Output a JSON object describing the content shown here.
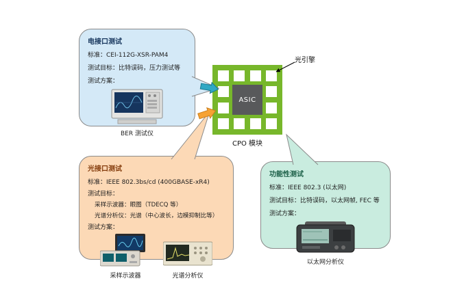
{
  "electrical": {
    "title": "电接口测试",
    "standard": "标准：CEI-112G-XSR-PAM4",
    "target": "测试目标：比特误码，压力测试等",
    "plan": "测试方案：",
    "caption": "BER 测试仪"
  },
  "optical": {
    "title": "光接口测试",
    "standard": "标准：IEEE 802.3bs/cd (400GBASE-xR4)",
    "target": "测试目标：",
    "item1": "采样示波器：眼图（TDECQ 等）",
    "item2": "光谱分析仪：光谱（中心波长，边模抑制比等）",
    "plan": "测试方案：",
    "caption1": "采样示波器",
    "caption2": "光谱分析仪"
  },
  "functional": {
    "title": "功能性测试",
    "standard": "标准：IEEE 802.3 (以太网)",
    "target": "测试目标：比特误码，以太网帧, FEC 等",
    "plan": "测试方案：",
    "caption": "以太网分析仪"
  },
  "module": {
    "asic": "ASIC",
    "label": "CPO 模块",
    "engine": "光引擎"
  },
  "colors": {
    "electrical_bubble": "#d4e9f7",
    "optical_bubble": "#fcd9b6",
    "functional_bubble": "#c9ecdf",
    "module_green": "#77b72b",
    "asic_gray": "#58595b",
    "electrical_arrow": "#31a8c4",
    "optical_arrow": "#f6a233"
  }
}
